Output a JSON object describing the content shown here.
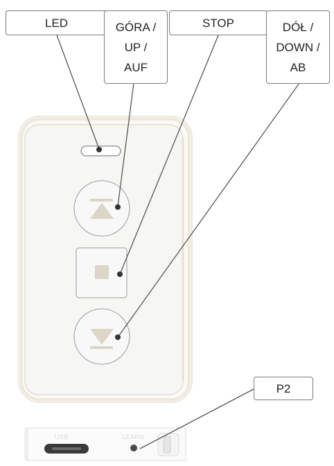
{
  "labels": {
    "led": "LED",
    "up": [
      "GÓRA /",
      "UP /",
      "AUF"
    ],
    "stop": "STOP",
    "down": [
      "DÓŁ /",
      "DOWN /",
      "AB"
    ],
    "p2": "P2"
  },
  "side_view": {
    "usb": "USB",
    "learn": "LEARN"
  },
  "colors": {
    "button_symbol": "#ddd5c8",
    "leader_line": "#555555",
    "device_frame": "#e8e4d6"
  }
}
